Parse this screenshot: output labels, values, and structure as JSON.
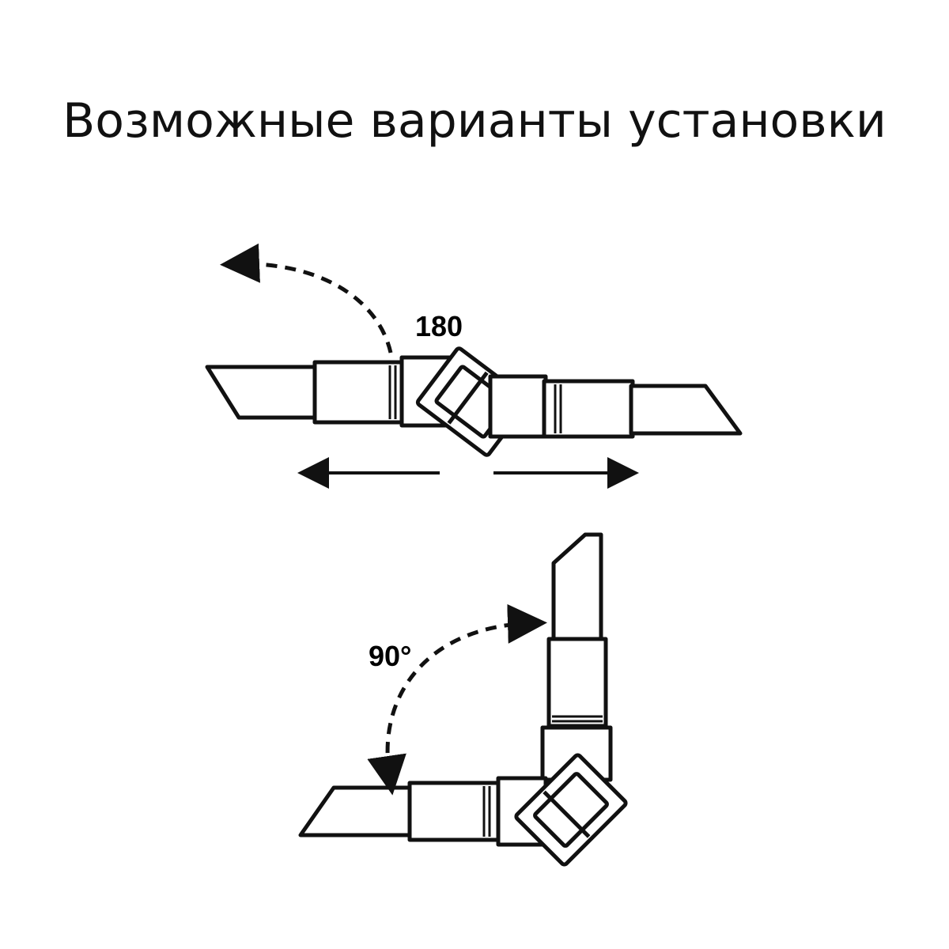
{
  "title": "Возможные варианты установки",
  "variants": [
    {
      "angle_label": "180"
    },
    {
      "angle_label": "90°"
    }
  ],
  "colors": {
    "ink": "#111111",
    "background": "#ffffff"
  }
}
